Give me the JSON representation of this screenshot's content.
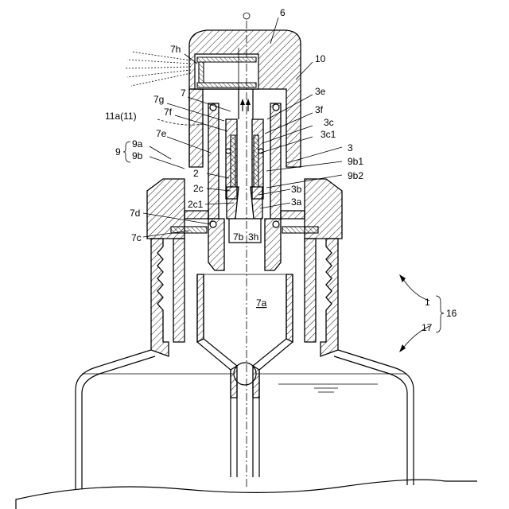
{
  "labels": {
    "l6": "6",
    "l7h": "7h",
    "l10": "10",
    "l7": "7",
    "l3e": "3e",
    "l7g": "7g",
    "l3f": "3f",
    "l11a": "11a(11)",
    "l7f": "7f",
    "l3c": "3c",
    "l3c1": "3c1",
    "l7e": "7e",
    "l9": "9",
    "l9a": "9a",
    "l9b": "9b",
    "l3": "3",
    "l9b1": "9b1",
    "l2": "2",
    "l9b2": "9b2",
    "l2c": "2c",
    "l3b": "3b",
    "l2c1": "2c1",
    "l3a": "3a",
    "l7d": "7d",
    "l7c": "7c",
    "l7b": "7b",
    "l3h": "3h",
    "l7a": "7a",
    "l1": "1",
    "l16": "16",
    "l17": "17"
  }
}
